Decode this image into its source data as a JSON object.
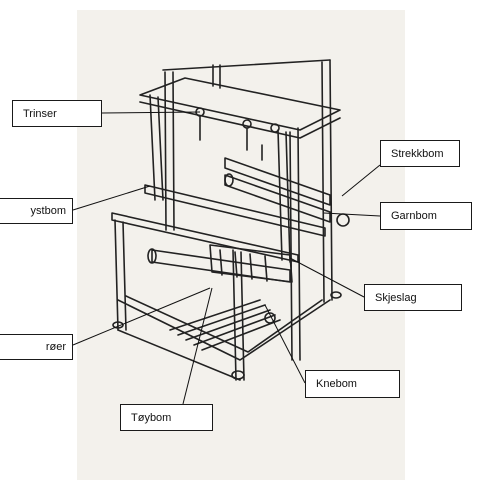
{
  "diagram": {
    "labels": {
      "trinser": "Trinser",
      "strekkbom": "Strekkbom",
      "bystbom": "ystbom",
      "garnbom": "Garnbom",
      "skjeslag": "Skjeslag",
      "roer": "røer",
      "knebom": "Knebom",
      "toybom": "Tøybom"
    }
  }
}
